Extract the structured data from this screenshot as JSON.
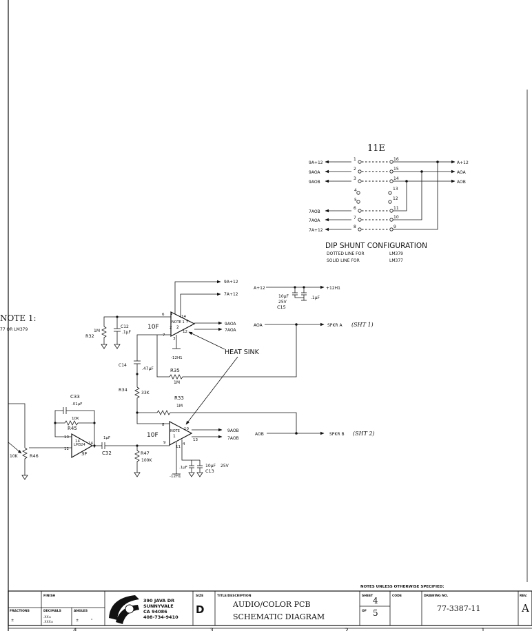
{
  "shunt": {
    "ref": "11E",
    "left_labels": [
      "9A+12",
      "9AOA",
      "9AOB",
      "7AOB",
      "7AOA",
      "7A+12"
    ],
    "right_labels": [
      "A+12",
      "AOA",
      "AOB"
    ],
    "pins_left": [
      "1",
      "2",
      "3",
      "4",
      "5",
      "6",
      "7",
      "8"
    ],
    "pins_right": [
      "16",
      "15",
      "14",
      "13",
      "12",
      "11",
      "10",
      "9"
    ],
    "title": "DIP SHUNT CONFIGURATION",
    "note1_a": "DOTTED LINE FOR",
    "note1_b": "LM379",
    "note2_a": "SOLID LINE FOR",
    "note2_b": "LM377"
  },
  "power": {
    "in": "A+12",
    "out": "+12H1",
    "cap_value": "10μF",
    "cap_volt": "25V",
    "cap_ref": "C15",
    "cap_small": ".1μF"
  },
  "note": {
    "title": "NOTE 1:",
    "text": "77 OR LM379"
  },
  "amp_top": {
    "ref": "10F",
    "label": "NOTE 1",
    "unit": "2",
    "out1": "9A+12",
    "out2": "7A+12",
    "out3": "9AOA",
    "out4": "7AOA",
    "pins": [
      "6",
      "1",
      "14",
      "5",
      "7",
      "2",
      "12",
      "3"
    ],
    "gnd": "-12H1"
  },
  "amp_bot": {
    "ref": "10F",
    "label": "NOTE",
    "unit": "1",
    "out1": "9AOB",
    "out2": "7AOB",
    "pins": [
      "8",
      "10",
      "9",
      "13",
      "11",
      "4"
    ],
    "gnd": "-12H1",
    "cap_small": ".1μF",
    "cap_value": "10μF",
    "cap_volt": "25V",
    "cap_ref": "C13"
  },
  "heat_sink": "HEAT SINK",
  "parts": {
    "r32": {
      "ref": "R32",
      "value": "1M"
    },
    "c12": {
      "ref": "C12",
      "value": ".1μF"
    },
    "c14": {
      "ref": "C14",
      "value": ".47μF"
    },
    "r34": {
      "ref": "R34",
      "value": "33K"
    },
    "r35": {
      "ref": "R35",
      "value": "1M"
    },
    "r33": {
      "ref": "R33",
      "value": "1M"
    },
    "r47": {
      "ref": "R47",
      "value": "100K"
    },
    "c32": {
      "ref": "C32",
      "value": "1μF"
    },
    "c33": {
      "ref": "C33",
      "value": ".01μF"
    },
    "r45": {
      "ref": "R45",
      "value": "10K"
    },
    "r46": {
      "ref": "R46",
      "value": "10K"
    }
  },
  "preamp": {
    "ref": "3F",
    "part": "LM324",
    "pins": [
      "13",
      "14",
      "12"
    ]
  },
  "spkr_a": {
    "net": "AOA",
    "label": "SPKR A",
    "note": "(SHT 1)"
  },
  "spkr_b": {
    "net": "AOB",
    "label": "SPKR B",
    "note": "(SHT 2)"
  },
  "title_block": {
    "notes_header": "NOTES UNLESS OTHERWISE SPECIFIED:",
    "finish": "FINISH",
    "fractions": "FRACTIONS",
    "decimals": "DECIMALS",
    "angles": "ANGLES",
    "dec1": ".XX±",
    "dec2": ".XXX±",
    "frac_tol": "±",
    "ang_tol": "±",
    "ang_unit": "°",
    "address1": "390 JAVA DR",
    "address2": "SUNNYVALE",
    "address3": "CA 94086",
    "phone": "408-734-9410",
    "size_label": "SIZE",
    "size": "D",
    "title_label": "TITLE/DESCRIPTION",
    "title1": "AUDIO/COLOR PCB",
    "title2": "SCHEMATIC DIAGRAM",
    "sheet_label": "SHEET",
    "sheet": "4",
    "of_label": "OF",
    "of": "5",
    "code_label": "CODE",
    "drawing_label": "DRAWING NO.",
    "drawing_no": "77-3387-11",
    "rev_label": "REV.",
    "rev": "A"
  },
  "zones": [
    "4",
    "3",
    "2",
    "1"
  ]
}
